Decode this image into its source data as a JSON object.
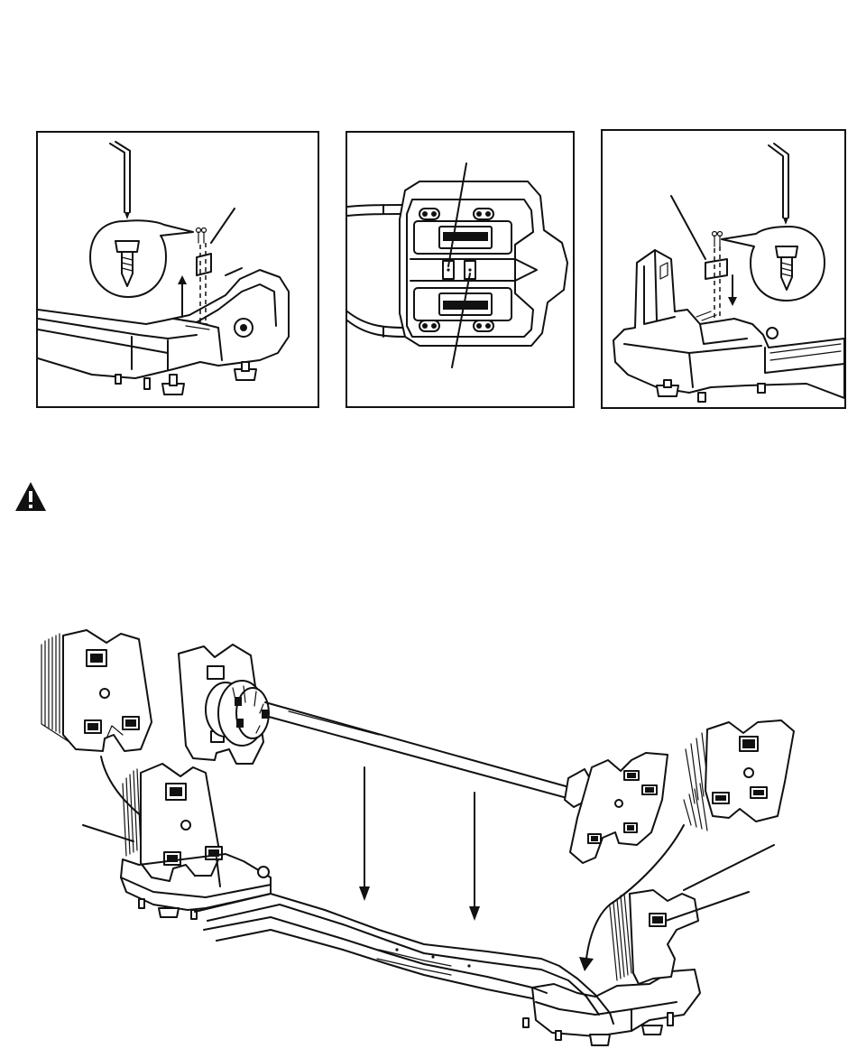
{
  "figure": {
    "panels": [
      {
        "id": "step-left",
        "content": "allen-wrench-screw-bracket-removal"
      },
      {
        "id": "step-middle",
        "content": "underside-view-two-brackets"
      },
      {
        "id": "step-right",
        "content": "allen-wrench-screw-bracket-install"
      }
    ],
    "warning": {
      "icon": "warning-triangle-icon"
    },
    "main_assembly": {
      "icon": "stabilizer-foot-assembly"
    }
  }
}
